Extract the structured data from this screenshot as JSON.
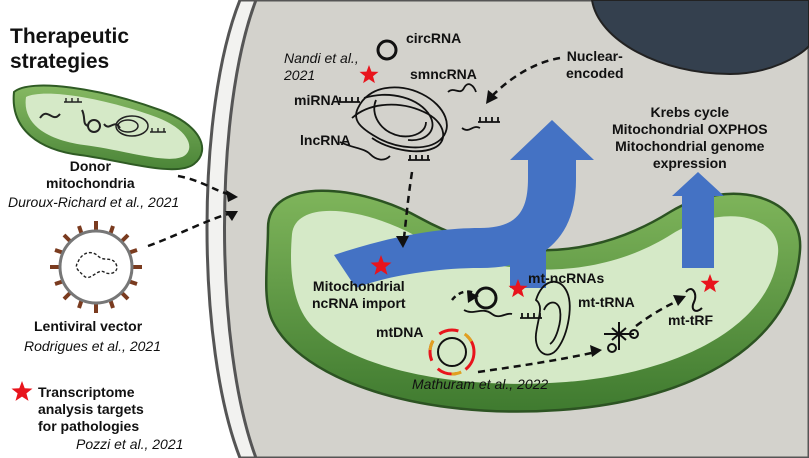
{
  "title_line1": "Therapeutic",
  "title_line2": "strategies",
  "donor_line1": "Donor",
  "donor_line2": "mitochondria",
  "donor_cite": "Duroux-Richard  et al., 2021",
  "lentiviral_label": "Lentiviral vector",
  "lentiviral_cite": "Rodrigues et al., 2021",
  "legend_line1": "Transcriptome",
  "legend_line2": "analysis targets",
  "legend_line3": "for pathologies",
  "legend_cite": "Pozzi et al., 2021",
  "circRNA": "circRNA",
  "nandi_line1": "Nandi et al.,",
  "nandi_line2": "2021",
  "smncRNA": "smncRNA",
  "miRNA": "miRNA",
  "lncRNA": "lncRNA",
  "nuclear_line1": "Nuclear-",
  "nuclear_line2": "encoded",
  "krebs_line1": "Krebs cycle",
  "krebs_line2": "Mitochondrial OXPHOS",
  "krebs_line3": "Mitochondrial genome",
  "krebs_line4": "expression",
  "import_line1": "Mitochondrial",
  "import_line2": "ncRNA import",
  "mt_ncRNAs": "mt-ncRNAs",
  "mtDNA": "mtDNA",
  "mt_tRNA": "mt-tRNA",
  "mt_tRF": "mt-tRF",
  "mathuram_cite": "Mathuram et al., 2022",
  "colors": {
    "star": "#e8141c",
    "arrow": "#4472c4",
    "cell": "#d3d2cc",
    "mito_outer": "#4f8a3c",
    "mito_inner": "#d5e9c7",
    "nucleus": "#34404e"
  }
}
